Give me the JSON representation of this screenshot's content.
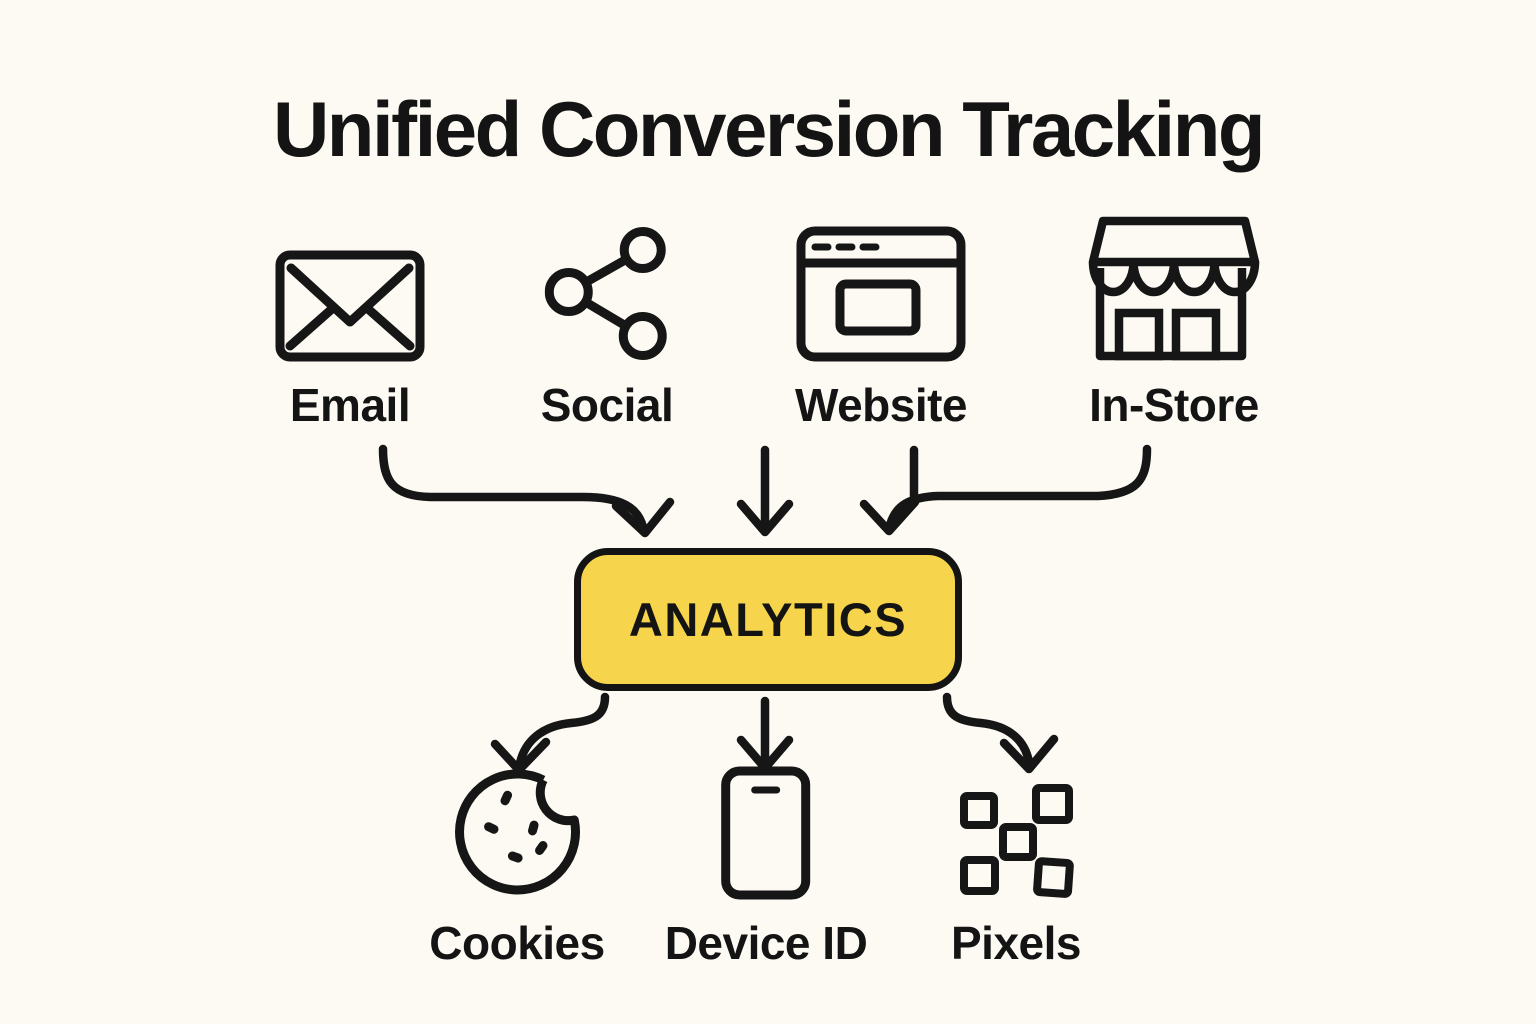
{
  "diagram": {
    "type": "flow-diagram",
    "title": "Unified Conversion Tracking",
    "center_node": {
      "label": "ANALYTICS",
      "fill_color": "#F6D44B",
      "border_color": "#141414"
    },
    "sources": [
      {
        "id": "email",
        "label": "Email",
        "icon": "envelope-icon"
      },
      {
        "id": "social",
        "label": "Social",
        "icon": "share-icon"
      },
      {
        "id": "website",
        "label": "Website",
        "icon": "browser-icon"
      },
      {
        "id": "instore",
        "label": "In-Store",
        "icon": "storefront-icon"
      }
    ],
    "outputs": [
      {
        "id": "cookies",
        "label": "Cookies",
        "icon": "cookie-icon"
      },
      {
        "id": "deviceid",
        "label": "Device ID",
        "icon": "smartphone-icon"
      },
      {
        "id": "pixels",
        "label": "Pixels",
        "icon": "pixels-icon"
      }
    ],
    "colors": {
      "background": "#FCFAF2",
      "ink": "#161616",
      "accent_yellow": "#F6D44B"
    }
  }
}
